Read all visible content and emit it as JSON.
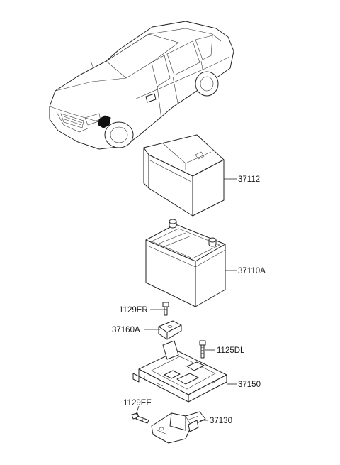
{
  "labels": {
    "tray_cover": "37112",
    "battery": "37110A",
    "bolt_top": "1129ER",
    "clamp": "37160A",
    "bolt_tray": "1125DL",
    "tray": "37150",
    "bolt_bracket": "1129EE",
    "bracket": "37130"
  }
}
